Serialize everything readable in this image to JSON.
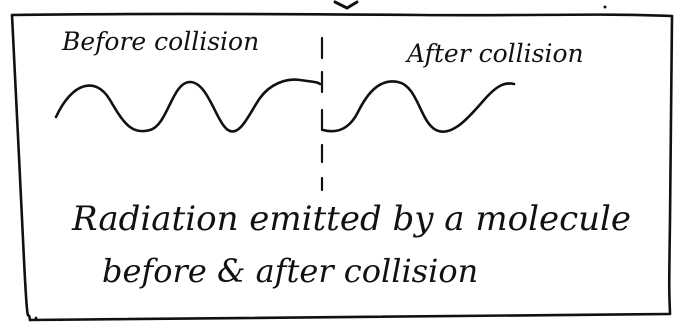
{
  "diagram": {
    "label_before": "Before collision",
    "label_after": "After collision",
    "caption_line1": "Radiation emitted by a molecule",
    "caption_line2": "before & after collision"
  },
  "colors": {
    "ink": "#111111",
    "background": "#ffffff"
  }
}
